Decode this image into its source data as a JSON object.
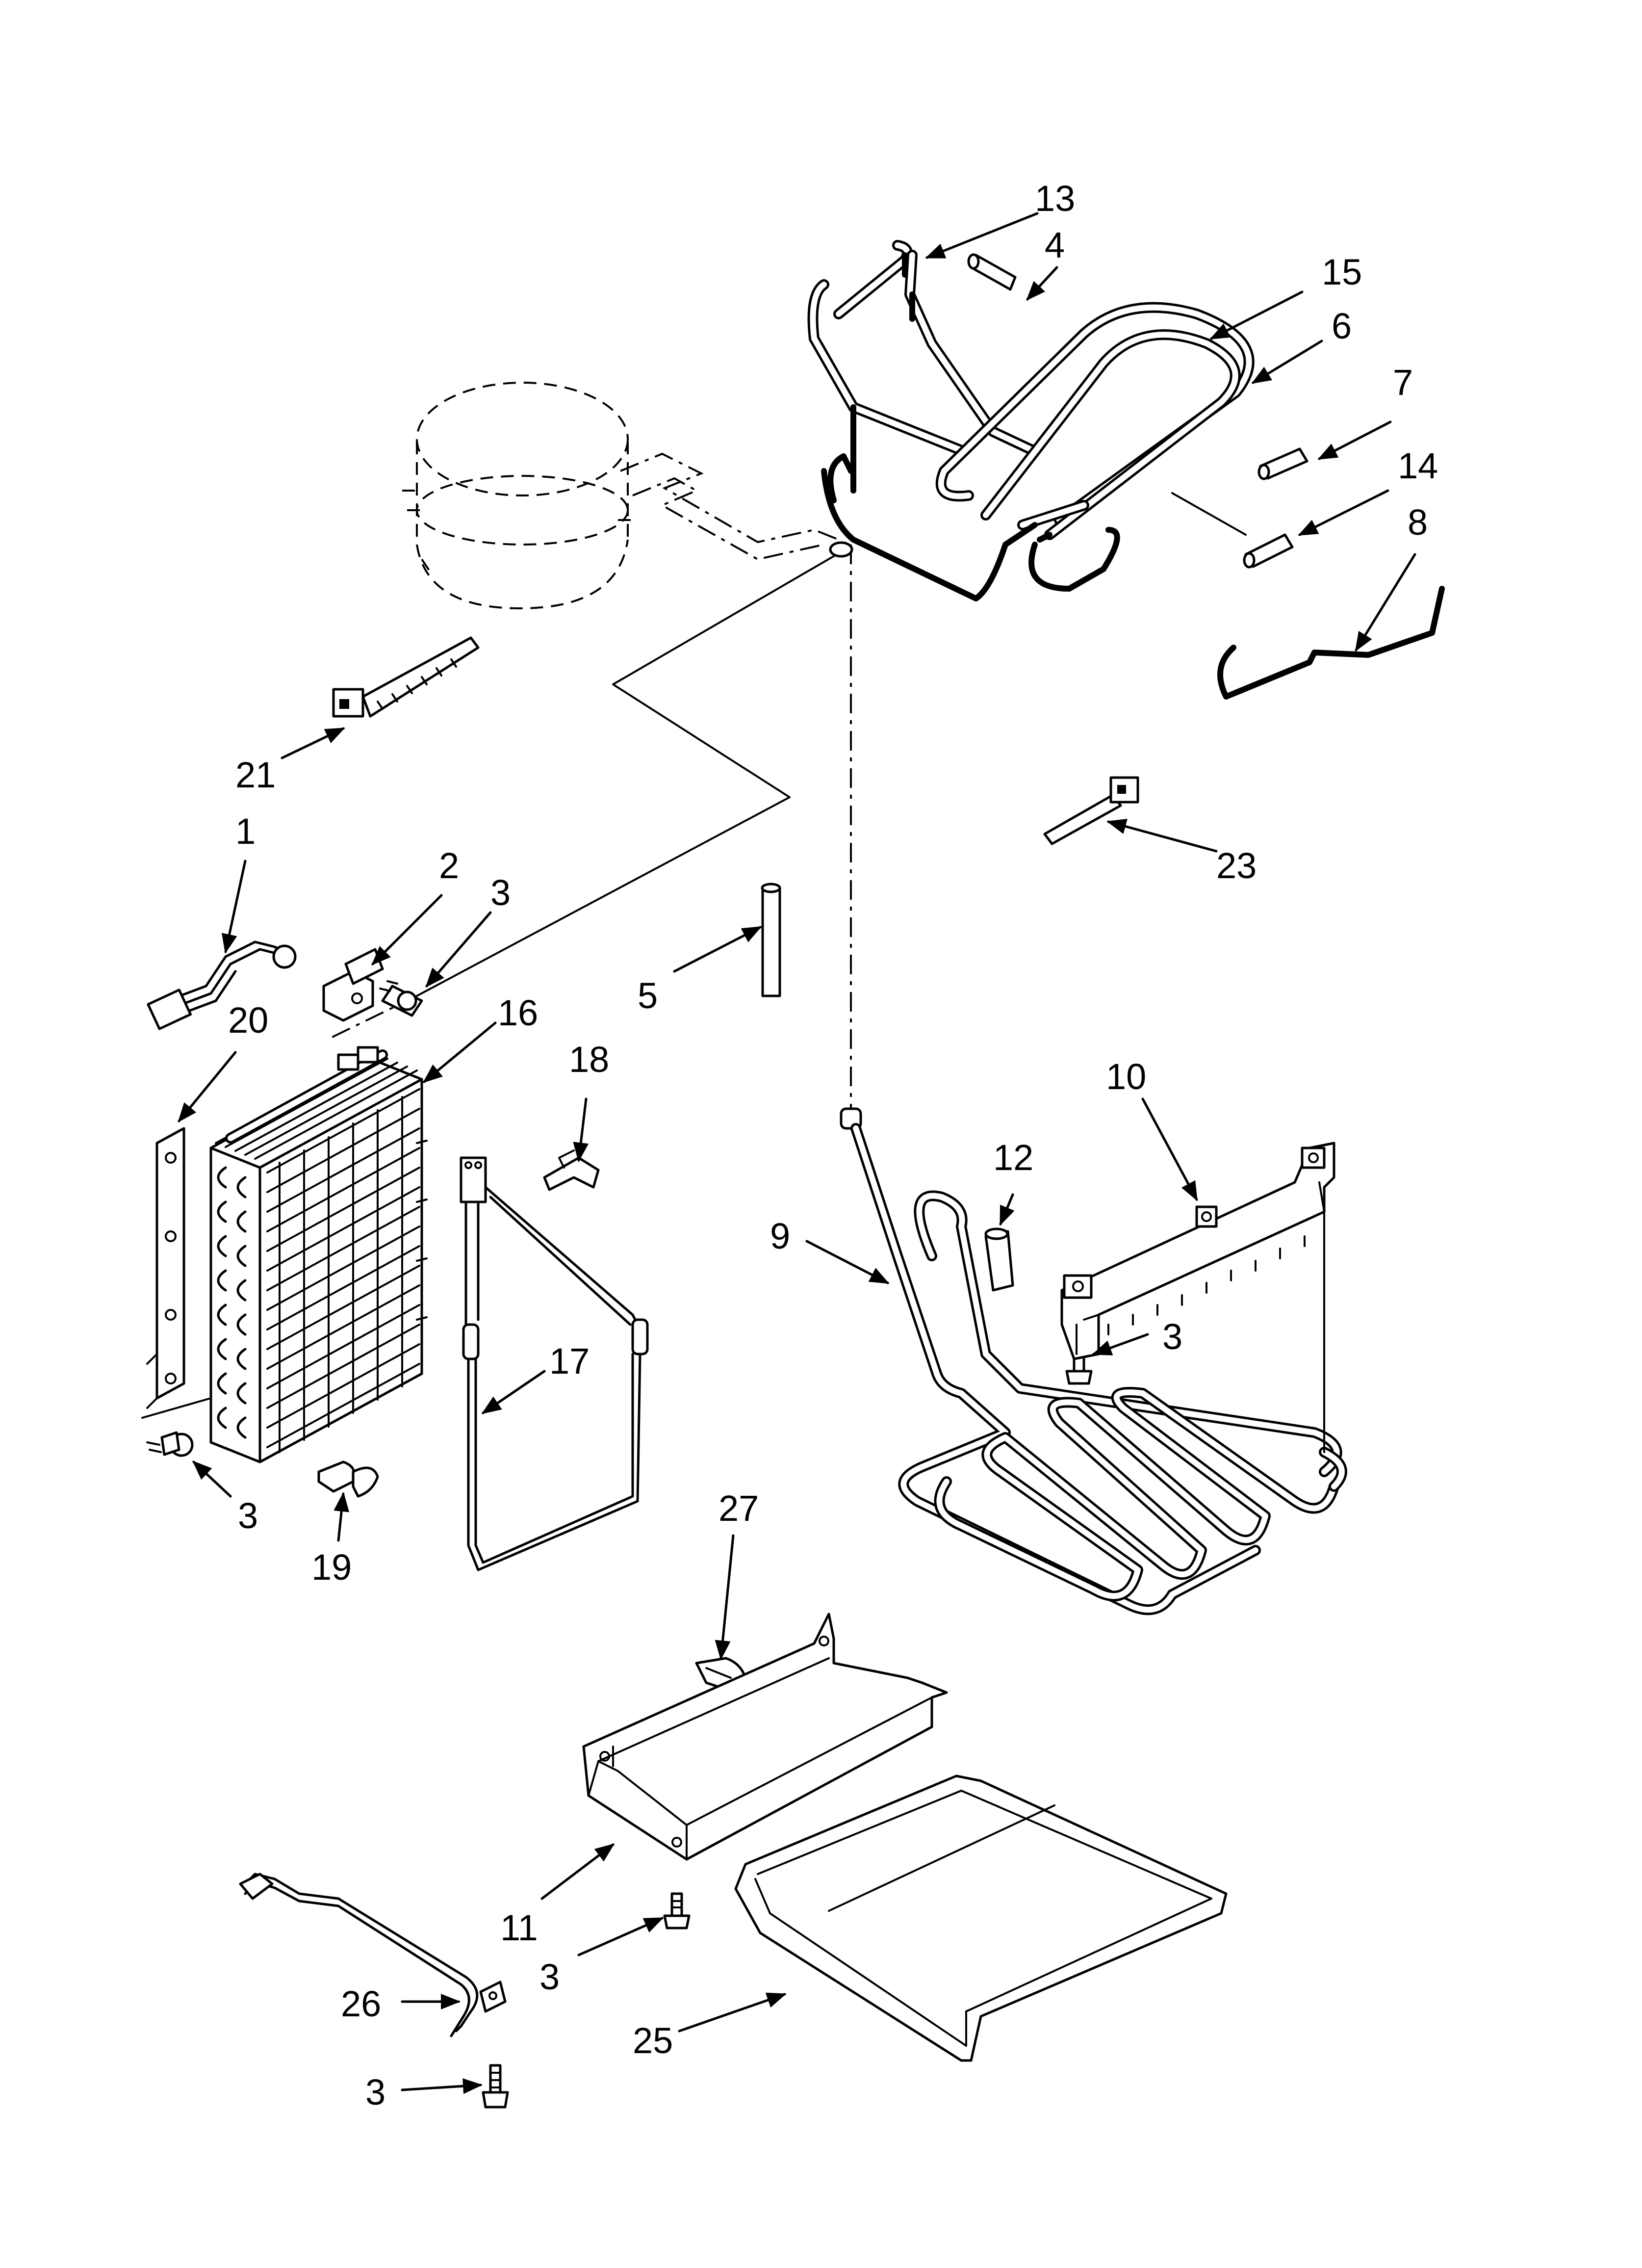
{
  "diagram": {
    "type": "exploded parts diagram",
    "callouts": {
      "c1": "1",
      "c2": "2",
      "c3a": "3",
      "c3b": "3",
      "c3c": "3",
      "c3d": "3",
      "c3e": "3",
      "c4": "4",
      "c5": "5",
      "c6": "6",
      "c7": "7",
      "c8": "8",
      "c9": "9",
      "c10": "10",
      "c11": "11",
      "c12": "12",
      "c13": "13",
      "c14": "14",
      "c15": "15",
      "c16": "16",
      "c17": "17",
      "c18": "18",
      "c19": "19",
      "c20": "20",
      "c21": "21",
      "c23": "23",
      "c25": "25",
      "c26": "26",
      "c27": "27"
    }
  }
}
